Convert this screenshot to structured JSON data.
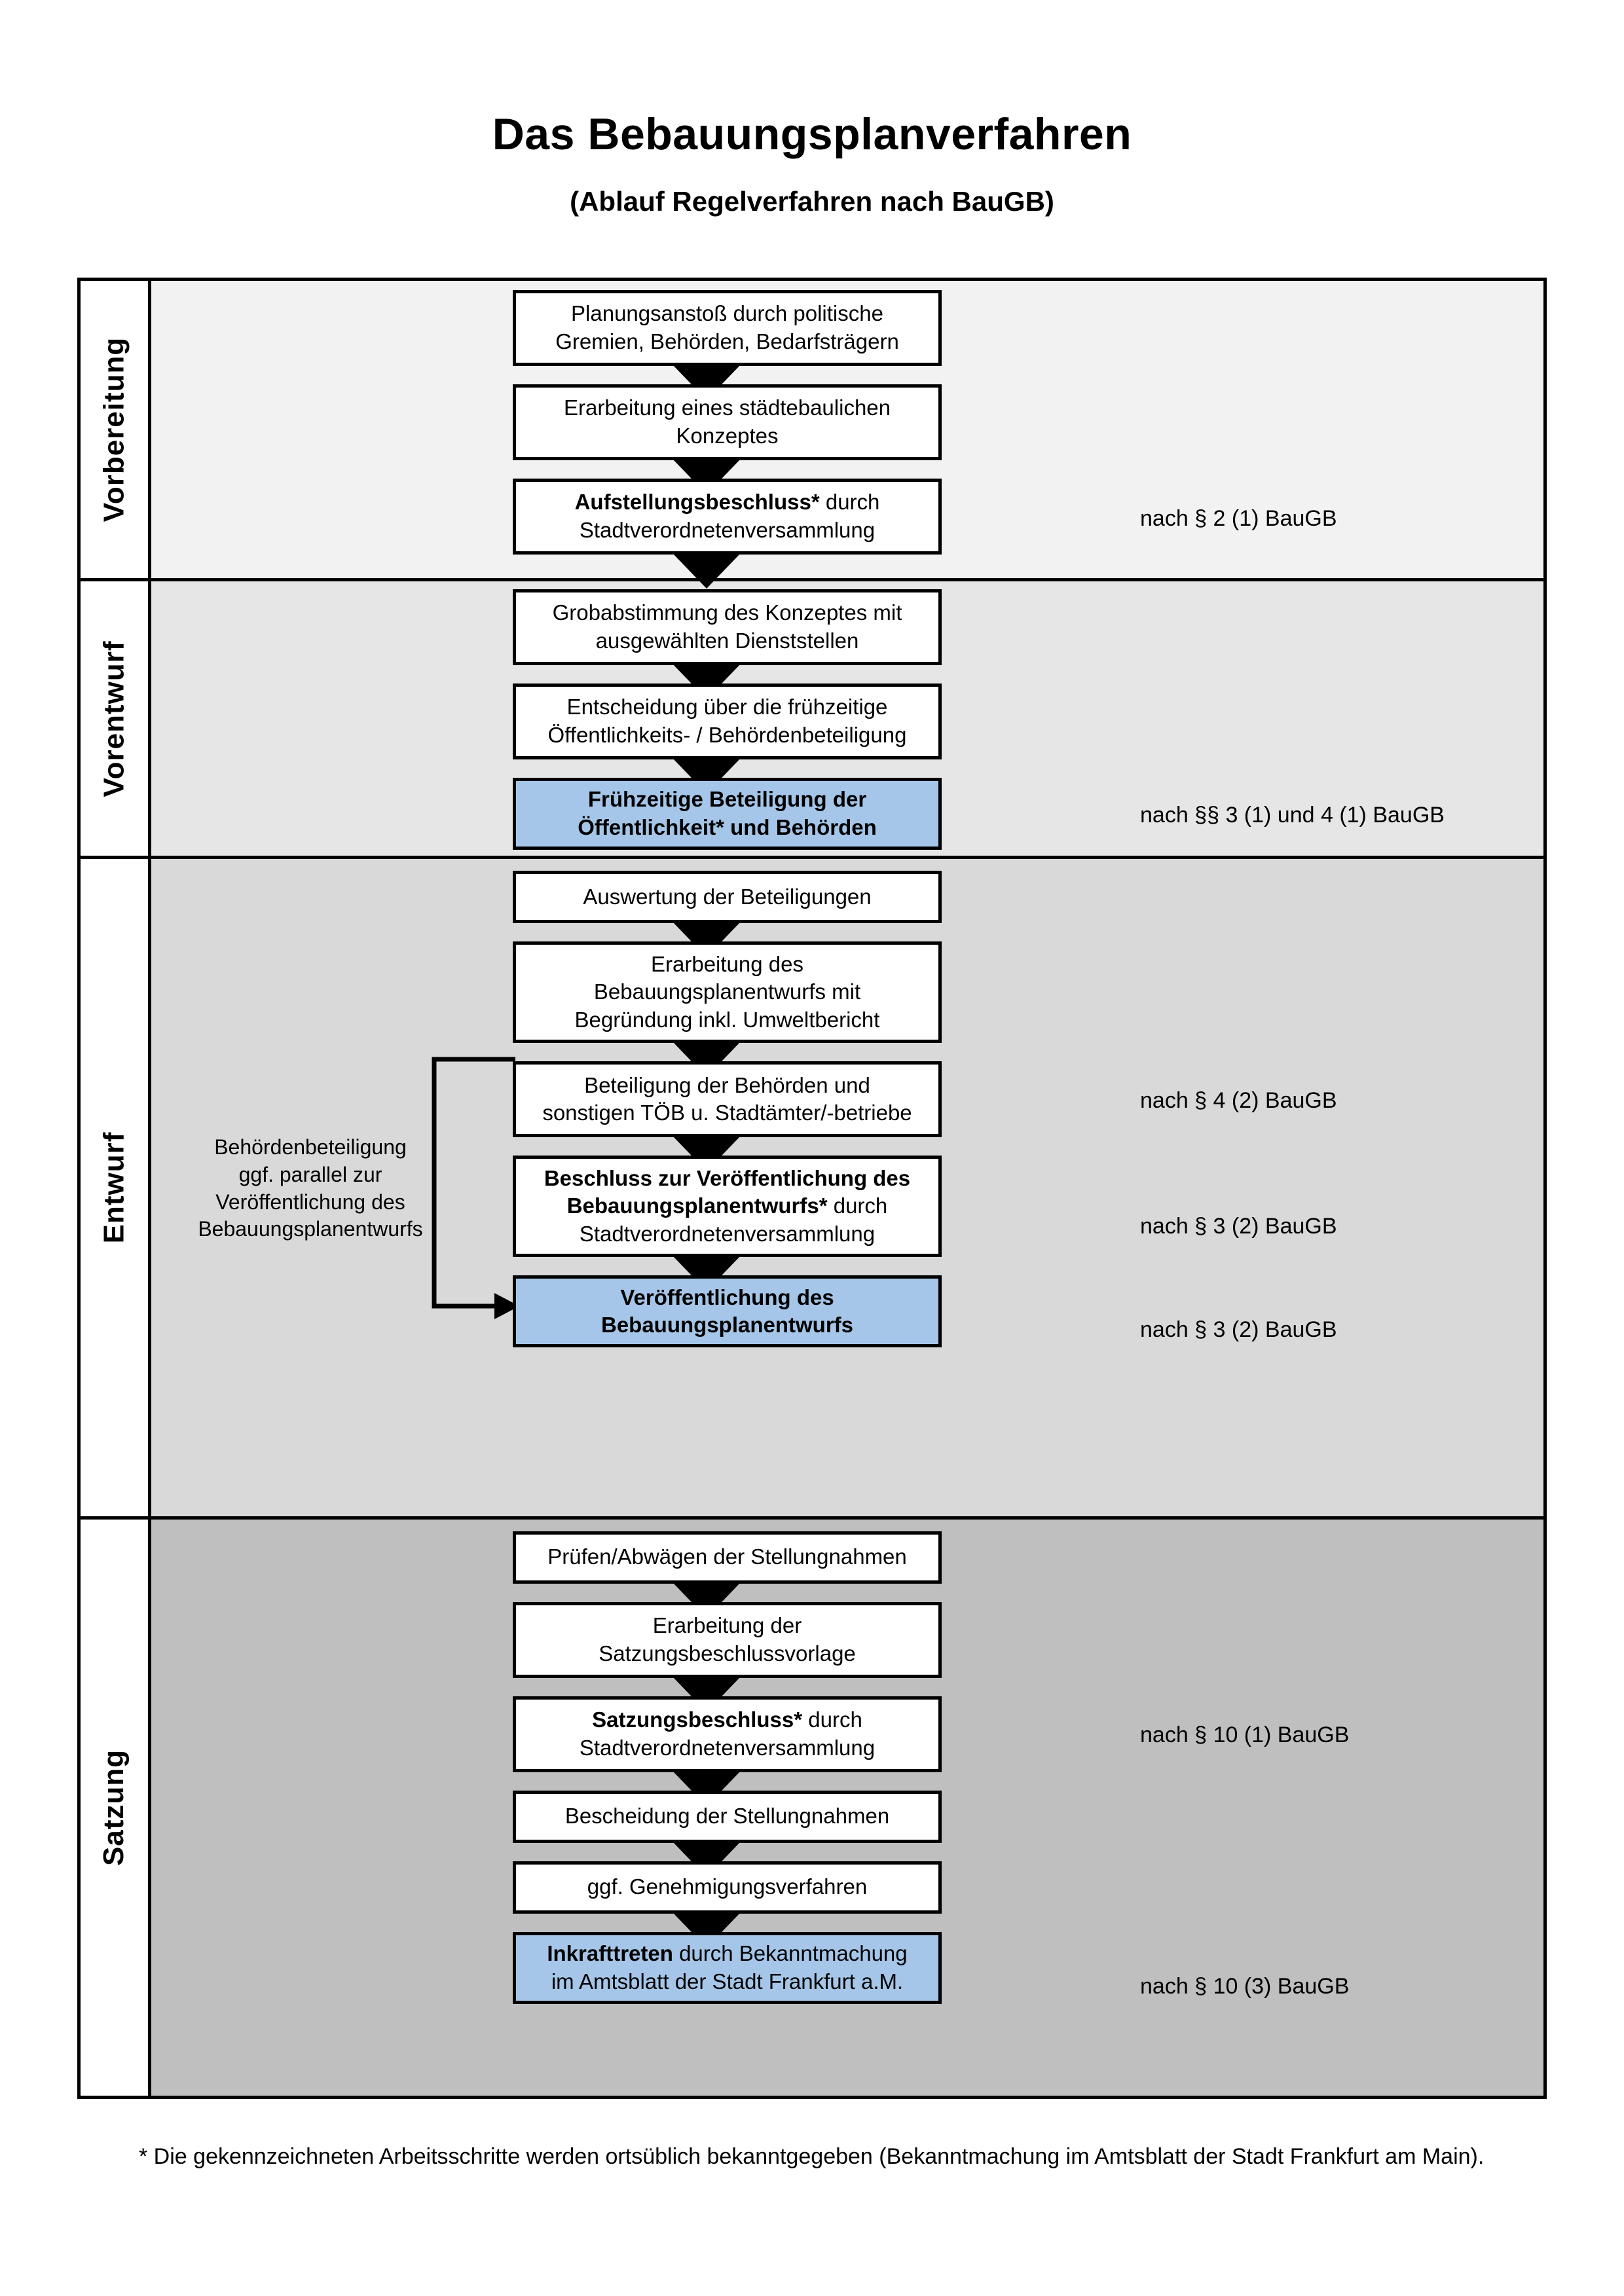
{
  "header": {
    "title": "Das Bebauungsplanverfahren",
    "subtitle": "(Ablauf Regelverfahren nach BauGB)"
  },
  "colors": {
    "highlight_blue": "#a5c6e8",
    "band_1": "#f2f2f2",
    "band_2": "#e6e6e6",
    "band_3": "#d9d9d9",
    "band_4": "#bfbfbf",
    "outline": "#000000"
  },
  "phases": [
    {
      "id": "vorbereitung",
      "label": "Vorbereitung",
      "steps": [
        {
          "id": "planungsanstoss",
          "lines": [
            "Planungsanstoß durch politische",
            "Gremien, Behörden, Bedarfsträgern"
          ],
          "bold_prefix": "",
          "highlighted": false
        },
        {
          "id": "staedtebauliches-konzept",
          "lines": [
            "Erarbeitung eines städtebaulichen",
            "Konzeptes"
          ],
          "bold_prefix": "",
          "highlighted": false
        },
        {
          "id": "aufstellungsbeschluss",
          "lines": [
            "Aufstellungsbeschluss* durch",
            "Stadtverordnetenversammlung"
          ],
          "bold_prefix": "Aufstellungsbeschluss*",
          "highlighted": false
        }
      ],
      "notes": [
        {
          "id": "note-par-2-1",
          "text": "nach § 2 (1) BauGB"
        }
      ]
    },
    {
      "id": "vorentwurf",
      "label": "Vorentwurf",
      "steps": [
        {
          "id": "grobabstimmung",
          "lines": [
            "Grobabstimmung des Konzeptes mit",
            "ausgewählten Dienststellen"
          ],
          "bold_prefix": "",
          "highlighted": false
        },
        {
          "id": "entscheidung-fruehzeitige-beteiligung",
          "lines": [
            "Entscheidung über die frühzeitige",
            "Öffentlichkeits- / Behördenbeteiligung"
          ],
          "bold_prefix": "",
          "highlighted": false
        },
        {
          "id": "fruehzeitige-beteiligung",
          "lines": [
            "Frühzeitige Beteiligung der",
            "Öffentlichkeit* und Behörden"
          ],
          "bold_prefix": "ALL",
          "highlighted": true
        }
      ],
      "notes": [
        {
          "id": "note-par-3-1-4-1",
          "text": "nach §§ 3 (1) und 4 (1) BauGB"
        }
      ]
    },
    {
      "id": "entwurf",
      "label": "Entwurf",
      "side_note": [
        "Behördenbeteiligung",
        "ggf. parallel zur",
        "Veröffentlichung des",
        "Bebauungsplanentwurfs"
      ],
      "steps": [
        {
          "id": "auswertung-beteiligungen",
          "lines": [
            "Auswertung der Beteiligungen"
          ],
          "bold_prefix": "",
          "highlighted": false
        },
        {
          "id": "erarbeitung-bebauungsplanentwurf",
          "lines": [
            "Erarbeitung des",
            "Bebauungsplanentwurfs mit",
            "Begründung inkl. Umweltbericht"
          ],
          "bold_prefix": "",
          "highlighted": false
        },
        {
          "id": "beteiligung-behoerden-toeb",
          "lines": [
            "Beteiligung der Behörden und",
            "sonstigen TÖB u. Stadtämter/-betriebe"
          ],
          "bold_prefix": "",
          "highlighted": false
        },
        {
          "id": "beschluss-veroeffentlichung",
          "lines": [
            "Beschluss zur Veröffentlichung des",
            "Bebauungsplanentwurfs* durch",
            "Stadtverordnetenversammlung"
          ],
          "bold_prefix": "Beschluss zur Veröffentlichung des Bebauungsplanentwurfs*",
          "highlighted": false
        },
        {
          "id": "veroeffentlichung-bebauungsplanentwurf",
          "lines": [
            "Veröffentlichung des",
            "Bebauungsplanentwurfs"
          ],
          "bold_prefix": "ALL",
          "highlighted": true
        }
      ],
      "notes": [
        {
          "id": "note-par-4-2",
          "text": "nach § 4 (2) BauGB"
        },
        {
          "id": "note-par-3-2-a",
          "text": "nach § 3 (2) BauGB"
        },
        {
          "id": "note-par-3-2-b",
          "text": "nach § 3 (2) BauGB"
        }
      ]
    },
    {
      "id": "satzung",
      "label": "Satzung",
      "steps": [
        {
          "id": "pruefen-abwaegen",
          "lines": [
            "Prüfen/Abwägen der Stellungnahmen"
          ],
          "bold_prefix": "",
          "highlighted": false
        },
        {
          "id": "erarbeitung-satzungsbeschlussvorlage",
          "lines": [
            "Erarbeitung der",
            "Satzungsbeschlussvorlage"
          ],
          "bold_prefix": "",
          "highlighted": false
        },
        {
          "id": "satzungsbeschluss",
          "lines": [
            "Satzungsbeschluss* durch",
            "Stadtverordnetenversammlung"
          ],
          "bold_prefix": "Satzungsbeschluss*",
          "highlighted": false
        },
        {
          "id": "bescheidung-stellungnahmen",
          "lines": [
            "Bescheidung der Stellungnahmen"
          ],
          "bold_prefix": "",
          "highlighted": false
        },
        {
          "id": "ggf-genehmigungsverfahren",
          "lines": [
            "ggf. Genehmigungsverfahren"
          ],
          "bold_prefix": "",
          "highlighted": false
        },
        {
          "id": "inkrafttreten",
          "lines": [
            "Inkrafttreten durch Bekanntmachung",
            "im Amtsblatt der Stadt Frankfurt a.M."
          ],
          "bold_prefix": "Inkrafttreten",
          "highlighted": true
        }
      ],
      "notes": [
        {
          "id": "note-par-10-1",
          "text": "nach § 10 (1) BauGB"
        },
        {
          "id": "note-par-10-3",
          "text": "nach § 10 (3) BauGB"
        }
      ]
    }
  ],
  "footnote": "* Die gekennzeichneten Arbeitsschritte werden ortsüblich bekanntgegeben (Bekanntmachung im Amtsblatt  der Stadt Frankfurt am Main)."
}
